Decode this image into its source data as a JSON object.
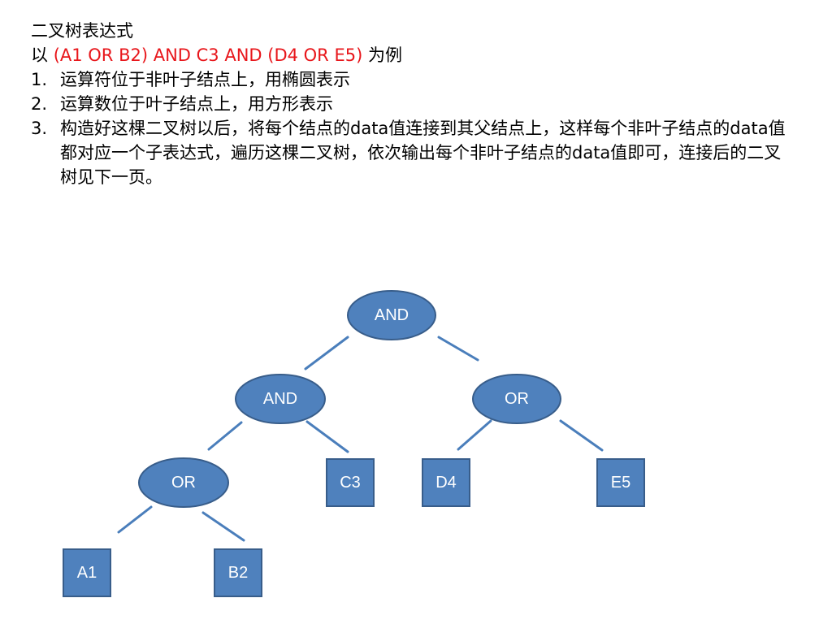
{
  "heading": "二叉树表达式",
  "example": {
    "prefix": "以 ",
    "expression": "(A1 OR B2) AND C3 AND (D4 OR E5)",
    "suffix": " 为例"
  },
  "list": [
    {
      "num": "1.",
      "text": "运算符位于非叶子结点上，用椭圆表示"
    },
    {
      "num": "2.",
      "text": "运算数位于叶子结点上，用方形表示"
    },
    {
      "num": "3.",
      "text": "构造好这棵二叉树以后，将每个结点的data值连接到其父结点上，这样每个非叶子结点的data值都对应一个子表达式，遍历这棵二叉树，依次输出每个非叶子结点的data值即可，连接后的二叉树见下一页。"
    }
  ],
  "tree": {
    "colors": {
      "node_fill": "#4f81bd",
      "node_stroke": "#385d8a",
      "edge": "#4a7ebb",
      "label": "#ffffff"
    },
    "nodes": {
      "root": {
        "label": "AND",
        "shape": "ellipse"
      },
      "left_and": {
        "label": "AND",
        "shape": "ellipse"
      },
      "right_or": {
        "label": "OR",
        "shape": "ellipse"
      },
      "left_or": {
        "label": "OR",
        "shape": "ellipse"
      },
      "c3": {
        "label": "C3",
        "shape": "box"
      },
      "d4": {
        "label": "D4",
        "shape": "box"
      },
      "e5": {
        "label": "E5",
        "shape": "box"
      },
      "a1": {
        "label": "A1",
        "shape": "box"
      },
      "b2": {
        "label": "B2",
        "shape": "box"
      }
    }
  }
}
